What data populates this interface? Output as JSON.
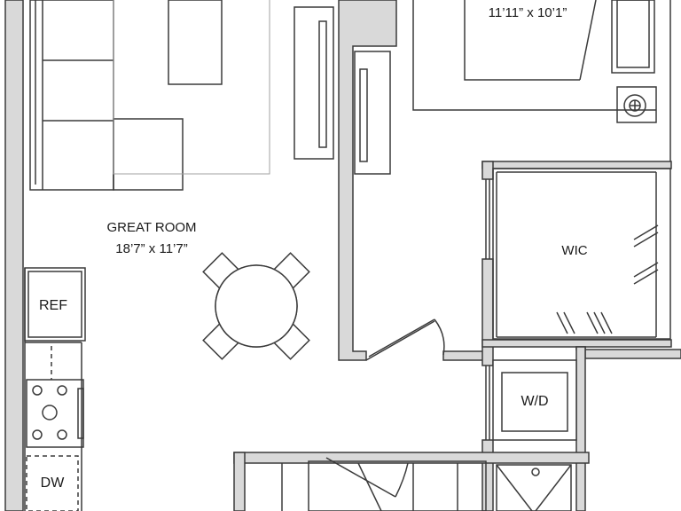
{
  "rooms": {
    "great_room": {
      "name": "GREAT ROOM",
      "dimensions": "18’7” x 11’7”"
    },
    "bedroom": {
      "dimensions": "11’11” x 10’1”"
    },
    "wic": {
      "name": "WIC"
    }
  },
  "fixtures": {
    "refrigerator": "REF",
    "dishwasher": "DW",
    "washer_dryer": "W/D"
  },
  "colors": {
    "wall_fill": "#d9d9d9",
    "line": "#3a3a3a",
    "thin_line": "#8a8a8a"
  }
}
